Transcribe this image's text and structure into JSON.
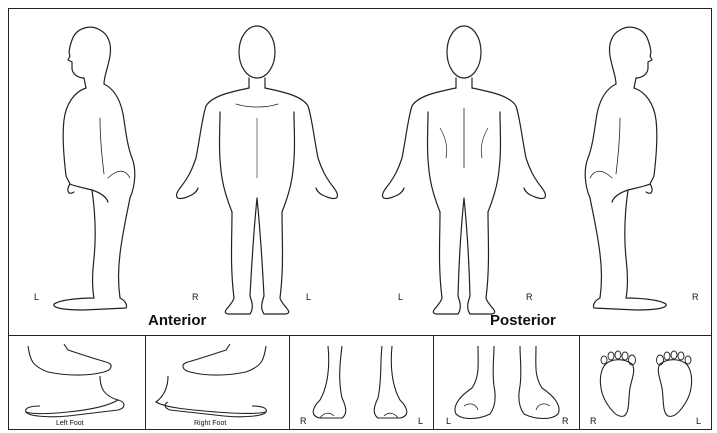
{
  "views": {
    "anterior_title": "Anterior",
    "posterior_title": "Posterior"
  },
  "side_markers": {
    "left_profile_L": "L",
    "anterior_R": "R",
    "anterior_L": "L",
    "posterior_L": "L",
    "posterior_R": "R",
    "right_profile_R": "R"
  },
  "feet": {
    "left_foot_caption": "Left Foot",
    "right_foot_caption": "Right Foot",
    "front_R": "R",
    "front_L": "L",
    "back_L": "L",
    "back_R": "R",
    "sole_R": "R",
    "sole_L": "L"
  },
  "colors": {
    "line": "#222222",
    "background": "#ffffff"
  }
}
